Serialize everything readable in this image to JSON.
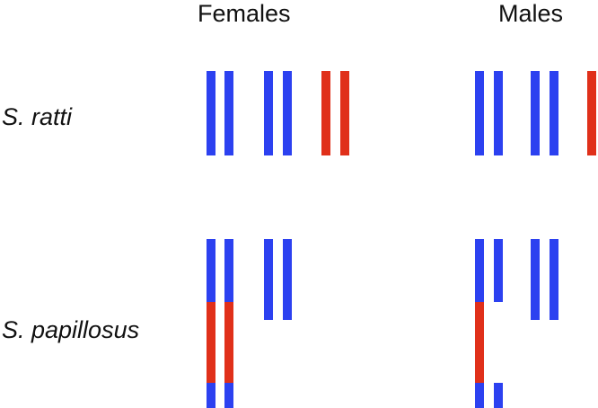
{
  "columns": [
    "Females",
    "Males"
  ],
  "rows": [
    "S. ratti",
    "S. papillosus"
  ],
  "colors": {
    "autosome": "#2c41f0",
    "sex": "#e0301a"
  },
  "panels": [
    {
      "name": "s-ratti-females",
      "chromosomes": [
        {
          "segments": [
            {
              "type": "autosome",
              "length": 1
            }
          ]
        },
        {
          "segments": [
            {
              "type": "autosome",
              "length": 1
            }
          ]
        },
        {
          "segments": [
            {
              "type": "autosome",
              "length": 1
            }
          ]
        },
        {
          "segments": [
            {
              "type": "autosome",
              "length": 1
            }
          ]
        },
        {
          "segments": [
            {
              "type": "sex",
              "length": 1
            }
          ]
        },
        {
          "segments": [
            {
              "type": "sex",
              "length": 1
            }
          ]
        }
      ]
    },
    {
      "name": "s-ratti-males",
      "chromosomes": [
        {
          "segments": [
            {
              "type": "autosome",
              "length": 1
            }
          ]
        },
        {
          "segments": [
            {
              "type": "autosome",
              "length": 1
            }
          ]
        },
        {
          "segments": [
            {
              "type": "autosome",
              "length": 1
            }
          ]
        },
        {
          "segments": [
            {
              "type": "autosome",
              "length": 1
            }
          ]
        },
        {
          "segments": [
            {
              "type": "sex",
              "length": 1
            }
          ]
        }
      ]
    },
    {
      "name": "s-papillosus-females",
      "chromosomes": [
        {
          "segments": [
            {
              "type": "autosome",
              "length": 0.7
            },
            {
              "type": "sex",
              "length": 0.9
            },
            {
              "type": "autosome",
              "length": 0.3
            }
          ]
        },
        {
          "segments": [
            {
              "type": "autosome",
              "length": 0.7
            },
            {
              "type": "sex",
              "length": 0.9
            },
            {
              "type": "autosome",
              "length": 0.3
            }
          ]
        },
        {
          "segments": [
            {
              "type": "autosome",
              "length": 0.9
            }
          ]
        },
        {
          "segments": [
            {
              "type": "autosome",
              "length": 0.9
            }
          ]
        }
      ]
    },
    {
      "name": "s-papillosus-males",
      "chromosomes": [
        {
          "segments": [
            {
              "type": "autosome",
              "length": 0.7
            },
            {
              "type": "sex",
              "length": 0.9
            },
            {
              "type": "autosome",
              "length": 0.3
            }
          ]
        },
        {
          "segments": [
            {
              "type": "autosome",
              "length": 0.7
            }
          ],
          "extra_segments": [
            {
              "type": "autosome",
              "length": 0.3
            }
          ]
        },
        {
          "segments": [
            {
              "type": "autosome",
              "length": 0.9
            }
          ]
        },
        {
          "segments": [
            {
              "type": "autosome",
              "length": 0.9
            }
          ]
        }
      ]
    }
  ]
}
